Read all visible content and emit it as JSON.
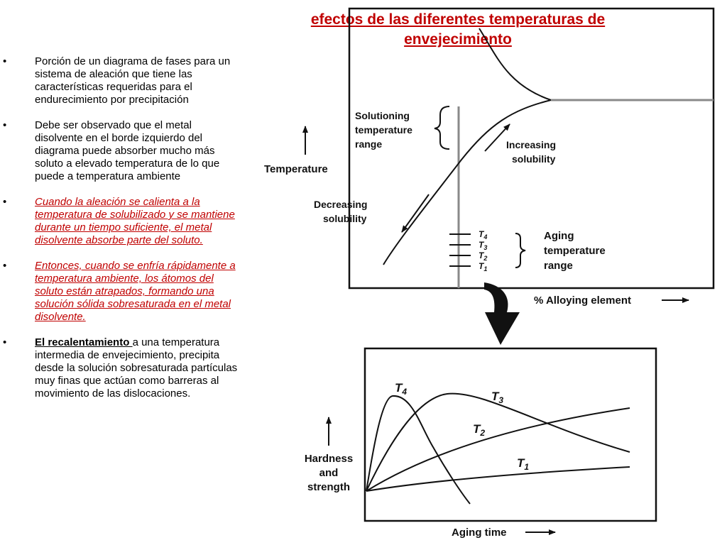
{
  "title": {
    "line1": "efectos de las diferentes temperaturas de",
    "line2": "envejecimiento"
  },
  "bullets": [
    {
      "color": "black",
      "lines": [
        "Porción de un diagrama de fases para un",
        "sistema de aleación que tiene las",
        "características requeridas para el",
        "endurecimiento por precipitación"
      ]
    },
    {
      "color": "black",
      "lines": [
        "Debe ser observado que el metal",
        "disolvente en el borde izquierdo del",
        "diagrama puede absorber mucho más",
        "soluto a elevado temperatura de lo que",
        "puede a temperatura ambiente"
      ]
    },
    {
      "color": "red",
      "lines": [
        "Cuando la aleación se calienta a la",
        "temperatura de solubilizado y se mantiene",
        "durante un tiempo suficiente, el metal",
        "disolvente absorbe parte del soluto."
      ]
    },
    {
      "color": "red",
      "lines": [
        "Entonces, cuando se enfría rápidamente a",
        "temperatura ambiente, los átomos del",
        "soluto están atrapados, formando una",
        "solución sólida sobresaturada en el metal",
        "disolvente."
      ]
    },
    {
      "color": "black",
      "emphasis": "El recalentamiento ",
      "lines": [
        "a una temperatura",
        "intermedia de envejecimiento, precipita",
        "desde la solución sobresaturada partículas",
        "muy finas que actúan como barreras al",
        "movimiento de las dislocaciones."
      ]
    }
  ],
  "phase_diagram": {
    "solutioning_label": [
      "Solutioning",
      "temperature",
      "range"
    ],
    "temperature_axis_label": "Temperature",
    "increasing_label": [
      "Increasing",
      "solubility"
    ],
    "decreasing_label": [
      "Decreasing",
      "solubility"
    ],
    "aging_levels": [
      {
        "label": "T",
        "sub": "4"
      },
      {
        "label": "T",
        "sub": "3"
      },
      {
        "label": "T",
        "sub": "2"
      },
      {
        "label": "T",
        "sub": "1"
      }
    ],
    "aging_label": [
      "Aging",
      "temperature",
      "range"
    ],
    "x_axis_label": "% Alloying element"
  },
  "aging_chart": {
    "y_axis_label": [
      "Hardness",
      "and",
      "strength"
    ],
    "x_axis_label": "Aging time",
    "curves": [
      {
        "label": "T",
        "sub": "4"
      },
      {
        "label": "T",
        "sub": "3"
      },
      {
        "label": "T",
        "sub": "2"
      },
      {
        "label": "T",
        "sub": "1"
      }
    ]
  },
  "colors": {
    "title": "#c00000",
    "red_text": "#c00000",
    "ink": "#111111",
    "vertical_line": "#8a8a8a"
  }
}
